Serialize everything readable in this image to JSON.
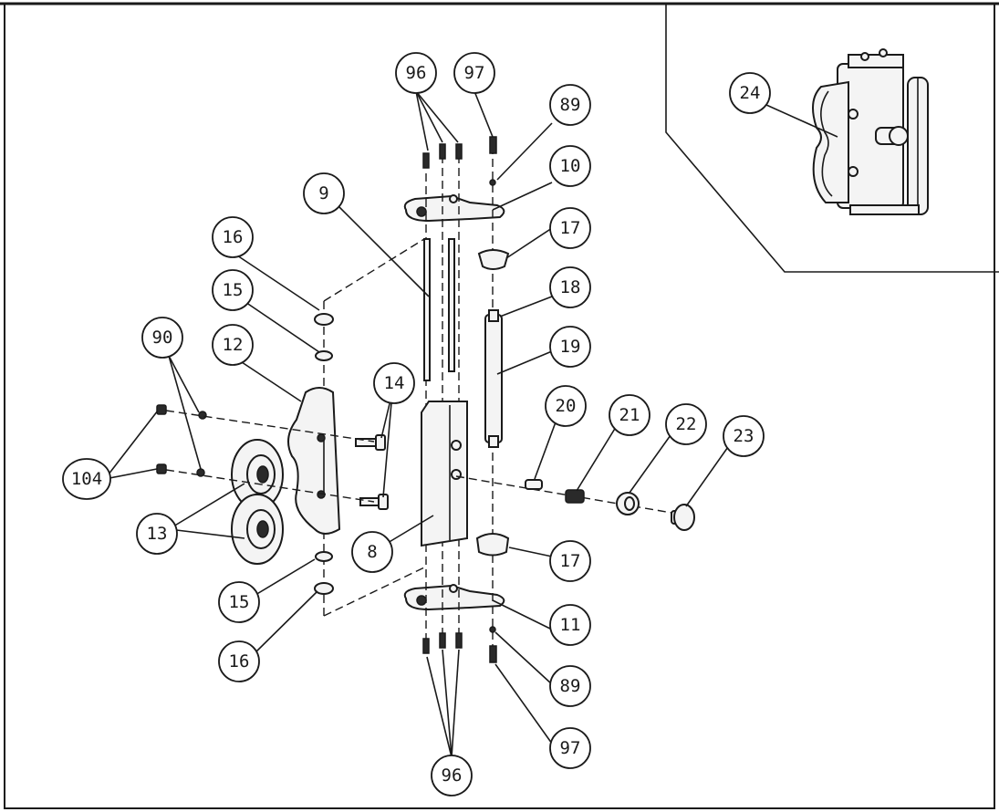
{
  "diagram": {
    "callouts": [
      {
        "id": "c96-top",
        "label": "96"
      },
      {
        "id": "c97-top",
        "label": "97"
      },
      {
        "id": "c89-top",
        "label": "89"
      },
      {
        "id": "c10",
        "label": "10"
      },
      {
        "id": "c9",
        "label": "9"
      },
      {
        "id": "c17-top",
        "label": "17"
      },
      {
        "id": "c16-top",
        "label": "16"
      },
      {
        "id": "c18",
        "label": "18"
      },
      {
        "id": "c15-top",
        "label": "15"
      },
      {
        "id": "c90",
        "label": "90"
      },
      {
        "id": "c12",
        "label": "12"
      },
      {
        "id": "c19",
        "label": "19"
      },
      {
        "id": "c14",
        "label": "14"
      },
      {
        "id": "c20",
        "label": "20"
      },
      {
        "id": "c21",
        "label": "21"
      },
      {
        "id": "c22",
        "label": "22"
      },
      {
        "id": "c23",
        "label": "23"
      },
      {
        "id": "c104",
        "label": "104"
      },
      {
        "id": "c13",
        "label": "13"
      },
      {
        "id": "c8",
        "label": "8"
      },
      {
        "id": "c17-bottom",
        "label": "17"
      },
      {
        "id": "c15-bottom",
        "label": "15"
      },
      {
        "id": "c11",
        "label": "11"
      },
      {
        "id": "c16-bottom",
        "label": "16"
      },
      {
        "id": "c89-bottom",
        "label": "89"
      },
      {
        "id": "c96-bottom",
        "label": "96"
      },
      {
        "id": "c97-bottom",
        "label": "97"
      },
      {
        "id": "c24",
        "label": "24"
      }
    ]
  }
}
